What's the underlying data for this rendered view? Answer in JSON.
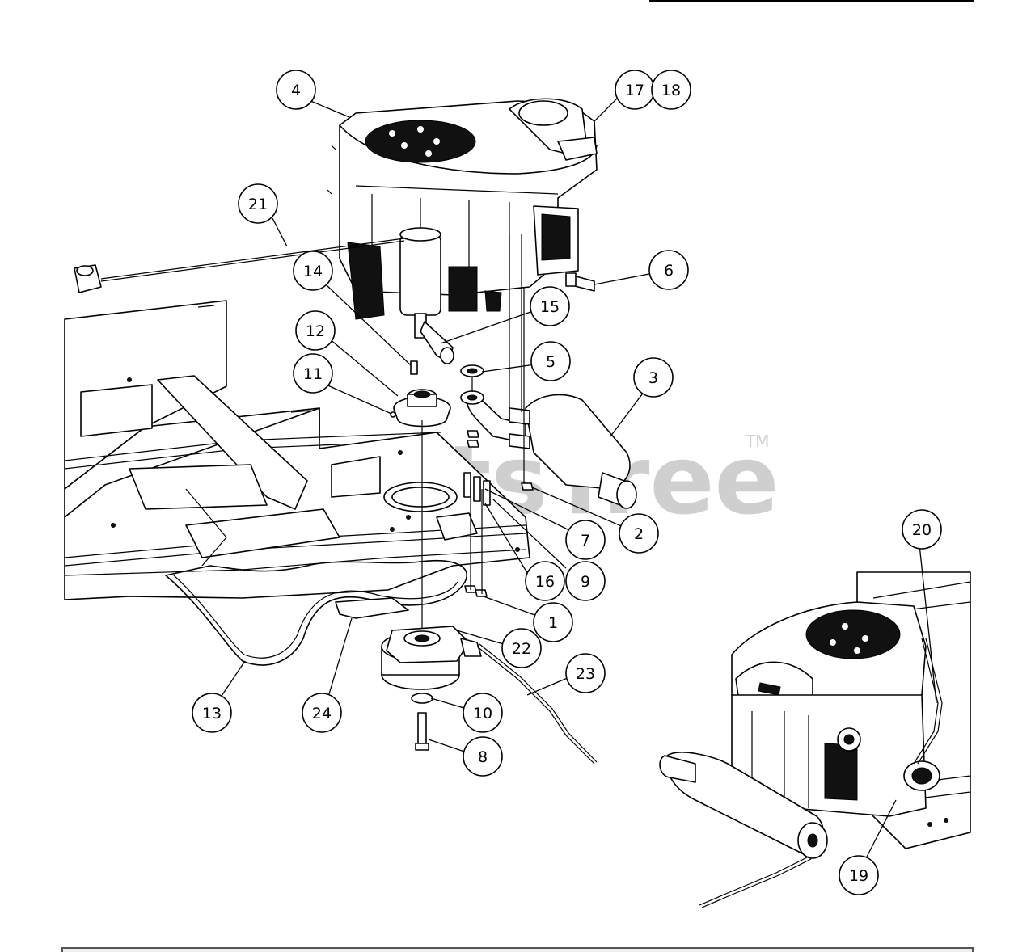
{
  "watermark": {
    "text": "PartsTree",
    "trademark": "TM"
  },
  "callouts": [
    {
      "label": "1"
    },
    {
      "label": "2"
    },
    {
      "label": "3"
    },
    {
      "label": "4"
    },
    {
      "label": "5"
    },
    {
      "label": "6"
    },
    {
      "label": "7"
    },
    {
      "label": "8"
    },
    {
      "label": "9"
    },
    {
      "label": "10"
    },
    {
      "label": "11"
    },
    {
      "label": "12"
    },
    {
      "label": "13"
    },
    {
      "label": "14"
    },
    {
      "label": "15"
    },
    {
      "label": "16"
    },
    {
      "label": "17"
    },
    {
      "label": "18"
    },
    {
      "label": "19"
    },
    {
      "label": "20"
    },
    {
      "label": "21"
    },
    {
      "label": "22"
    },
    {
      "label": "23"
    },
    {
      "label": "24"
    }
  ]
}
